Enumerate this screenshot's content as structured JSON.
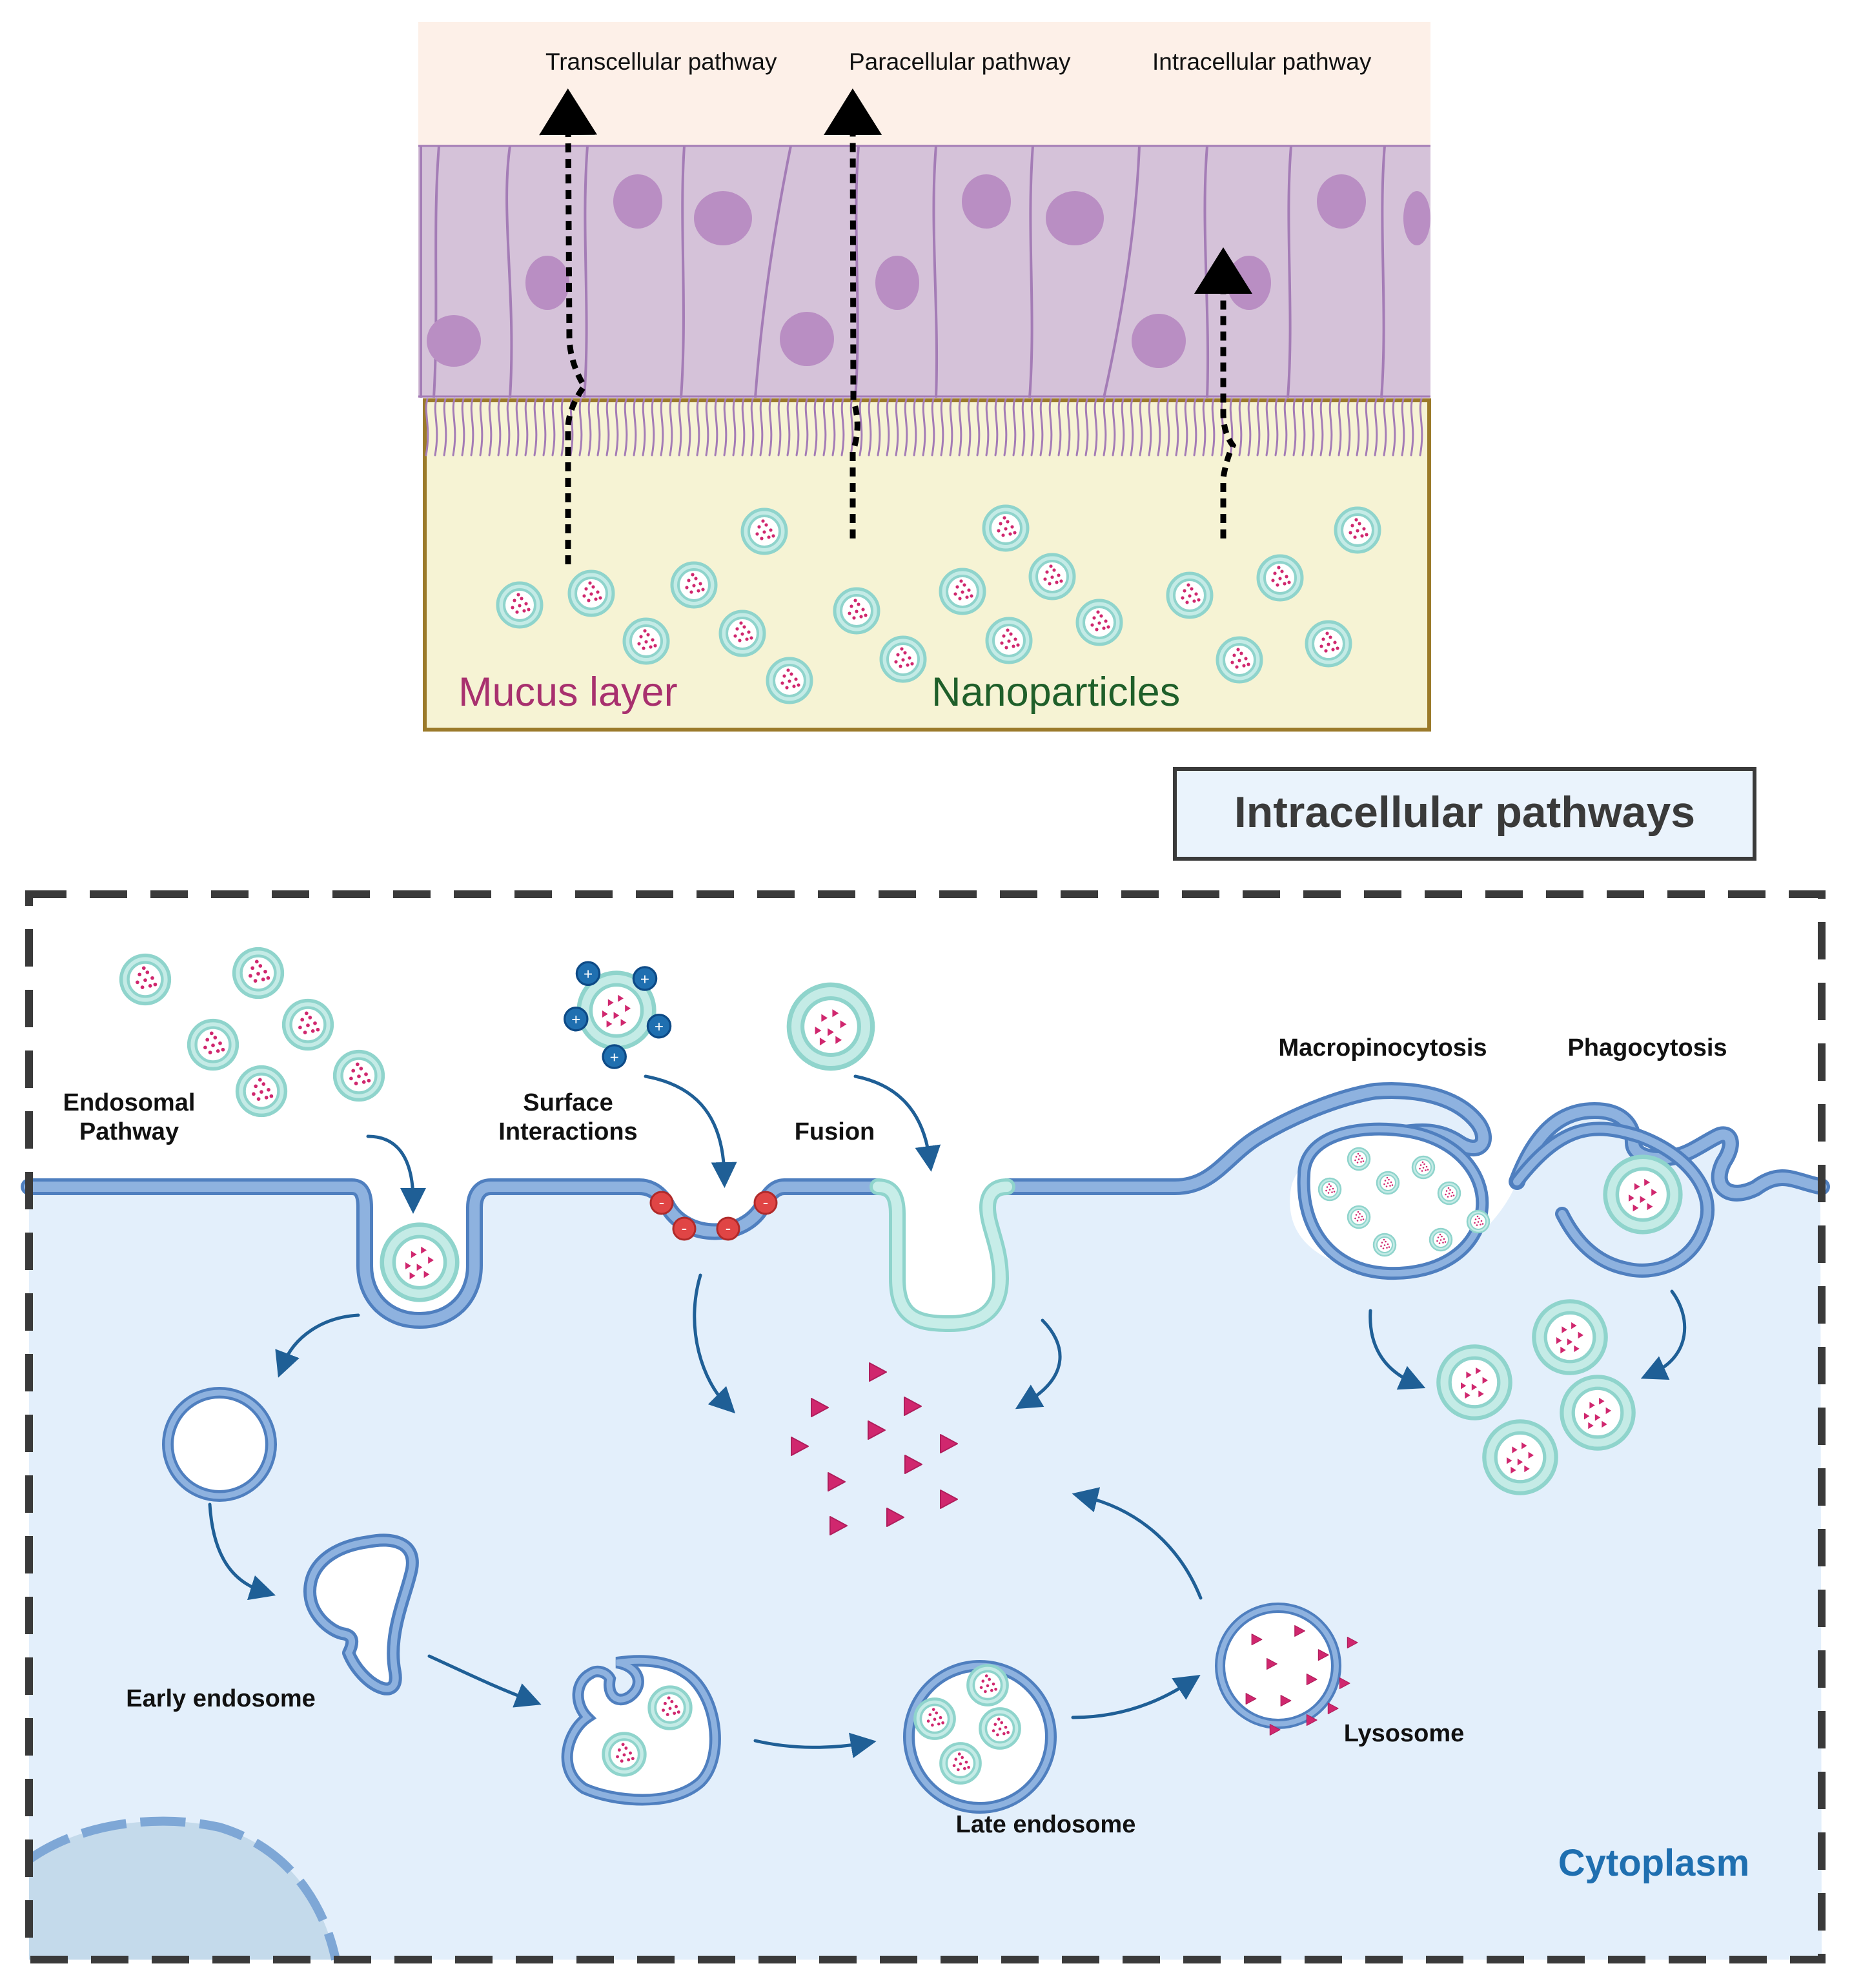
{
  "top_panel": {
    "pathways": [
      "Transcellular pathway",
      "Paracellular pathway",
      "Intracellular pathway"
    ],
    "mucus_label": "Mucus layer",
    "nanoparticles_label": "Nanoparticles",
    "colors": {
      "lumen": "#fdf0e8",
      "cells": "#d5c2d9",
      "nucleus": "#b98ec3",
      "mucus": "#f6f3d4",
      "mucus_border": "#9b7a2a",
      "mucus_text": "#a8306e",
      "nano_text": "#1f5f2a"
    }
  },
  "bottom_panel": {
    "title": "Intracellular pathways",
    "labels": {
      "endosomal": [
        "Endosomal",
        "Pathway"
      ],
      "surface": [
        "Surface",
        "Interactions"
      ],
      "fusion": "Fusion",
      "macropinocytosis": "Macropinocytosis",
      "phagocytosis": "Phagocytosis",
      "early_endosome": "Early endosome",
      "late_endosome": "Late endosome",
      "lysosome": "Lysosome",
      "cytoplasm": "Cytoplasm"
    },
    "charges": {
      "positive": "+",
      "negative": "-"
    },
    "colors": {
      "cytoplasm": "#e3effb",
      "membrane": "#8eb2df",
      "membrane_edge": "#4f7fbf",
      "arrow": "#1f5f96",
      "nanoparticle_shell": "#9adbd4",
      "payload": "#d0276e",
      "cytoplasm_text": "#1f6fb0"
    }
  }
}
